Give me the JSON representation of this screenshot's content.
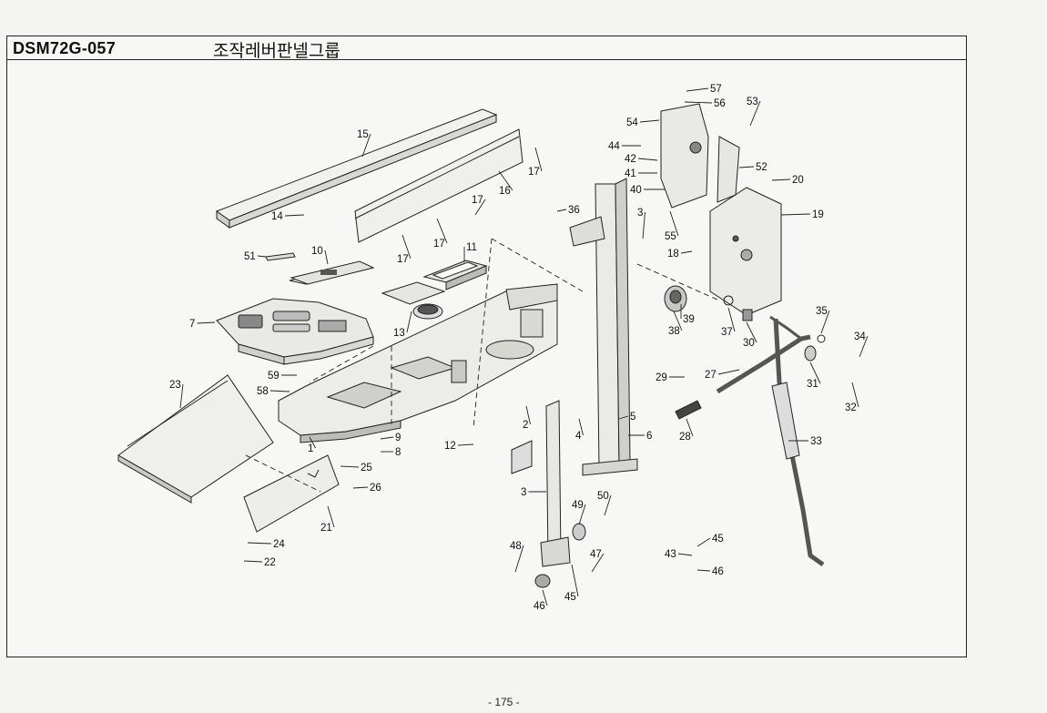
{
  "header": {
    "code": "DSM72G-057",
    "title": "조작레버판넬그룹"
  },
  "footer": {
    "page": "- 175 -"
  },
  "callouts": [
    {
      "id": "c57",
      "text": "57"
    },
    {
      "id": "c56",
      "text": "56"
    },
    {
      "id": "c53",
      "text": "53"
    },
    {
      "id": "c54",
      "text": "54"
    },
    {
      "id": "c44",
      "text": "44"
    },
    {
      "id": "c42",
      "text": "42"
    },
    {
      "id": "c41",
      "text": "41"
    },
    {
      "id": "c40",
      "text": "40"
    },
    {
      "id": "c52",
      "text": "52"
    },
    {
      "id": "c20",
      "text": "20"
    },
    {
      "id": "c19",
      "text": "19"
    },
    {
      "id": "c55",
      "text": "55"
    },
    {
      "id": "c18",
      "text": "18"
    },
    {
      "id": "c15",
      "text": "15"
    },
    {
      "id": "c17a",
      "text": "17"
    },
    {
      "id": "c16",
      "text": "16"
    },
    {
      "id": "c17b",
      "text": "17"
    },
    {
      "id": "c14",
      "text": "14"
    },
    {
      "id": "c17c",
      "text": "17"
    },
    {
      "id": "c17d",
      "text": "17"
    },
    {
      "id": "c36",
      "text": "36"
    },
    {
      "id": "c3a",
      "text": "3"
    },
    {
      "id": "c51",
      "text": "51"
    },
    {
      "id": "c10",
      "text": "10"
    },
    {
      "id": "c11",
      "text": "11"
    },
    {
      "id": "c7",
      "text": "7"
    },
    {
      "id": "c13",
      "text": "13"
    },
    {
      "id": "c38",
      "text": "38"
    },
    {
      "id": "c39",
      "text": "39"
    },
    {
      "id": "c37",
      "text": "37"
    },
    {
      "id": "c30",
      "text": "30"
    },
    {
      "id": "c35",
      "text": "35"
    },
    {
      "id": "c34",
      "text": "34"
    },
    {
      "id": "c59",
      "text": "59"
    },
    {
      "id": "c58",
      "text": "58"
    },
    {
      "id": "c23",
      "text": "23"
    },
    {
      "id": "c29",
      "text": "29"
    },
    {
      "id": "c27",
      "text": "27"
    },
    {
      "id": "c31",
      "text": "31"
    },
    {
      "id": "c32",
      "text": "32"
    },
    {
      "id": "c2",
      "text": "2"
    },
    {
      "id": "c4",
      "text": "4"
    },
    {
      "id": "c5",
      "text": "5"
    },
    {
      "id": "c6",
      "text": "6"
    },
    {
      "id": "c28",
      "text": "28"
    },
    {
      "id": "c9",
      "text": "9"
    },
    {
      "id": "c8",
      "text": "8"
    },
    {
      "id": "c12",
      "text": "12"
    },
    {
      "id": "c1",
      "text": "1"
    },
    {
      "id": "c33",
      "text": "33"
    },
    {
      "id": "c25",
      "text": "25"
    },
    {
      "id": "c26",
      "text": "26"
    },
    {
      "id": "c3b",
      "text": "3"
    },
    {
      "id": "c21",
      "text": "21"
    },
    {
      "id": "c49",
      "text": "49"
    },
    {
      "id": "c50",
      "text": "50"
    },
    {
      "id": "c24",
      "text": "24"
    },
    {
      "id": "c22",
      "text": "22"
    },
    {
      "id": "c48",
      "text": "48"
    },
    {
      "id": "c45a",
      "text": "45"
    },
    {
      "id": "c43",
      "text": "43"
    },
    {
      "id": "c45b",
      "text": "45"
    },
    {
      "id": "c46a",
      "text": "46"
    },
    {
      "id": "c47",
      "text": "47"
    },
    {
      "id": "c46b",
      "text": "46"
    },
    {
      "id": "c45c",
      "text": "45"
    }
  ]
}
